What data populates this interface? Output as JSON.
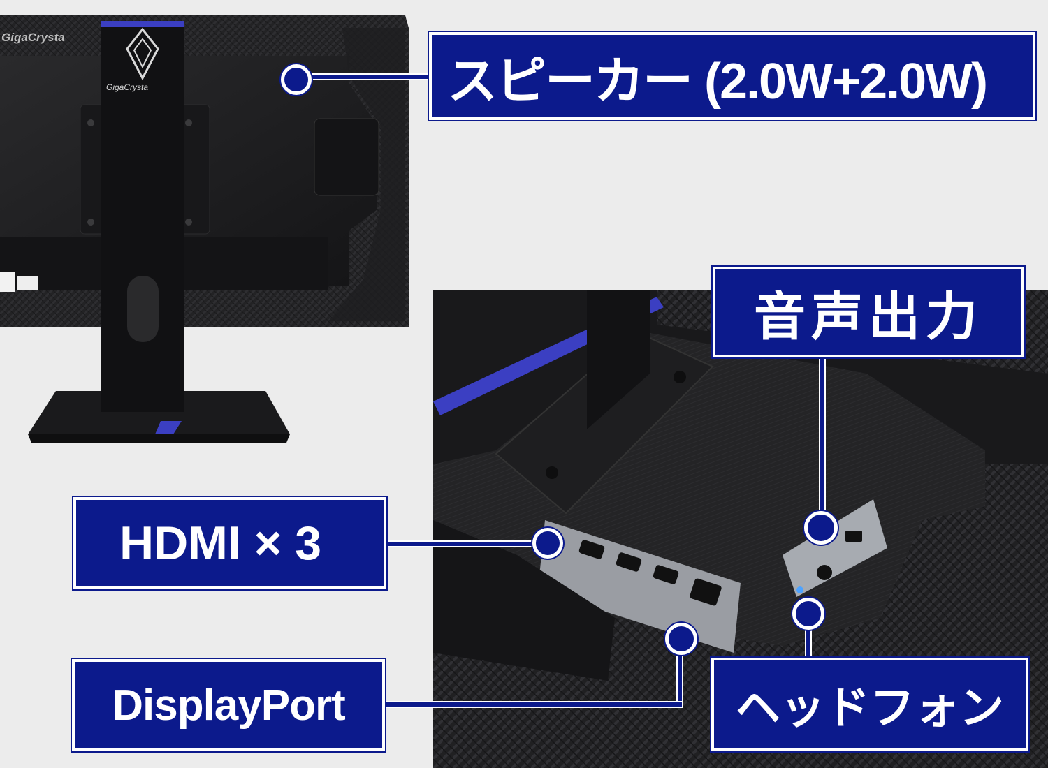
{
  "labels": {
    "speaker": "スピーカー (2.0W+2.0W)",
    "audio_out": "音声出力",
    "hdmi": "HDMI × 3",
    "displayport": "DisplayPort",
    "headphone": "ヘッドフォン"
  },
  "product": {
    "brand_logo": "GigaCrysta",
    "stand_logo": "GigaCrysta"
  },
  "colors": {
    "label_bg": "#0c1a8c",
    "label_border": "#ffffff",
    "background": "#ececec",
    "monitor_body": "#1c1c1e",
    "accent_blue": "#3b3fc2"
  }
}
